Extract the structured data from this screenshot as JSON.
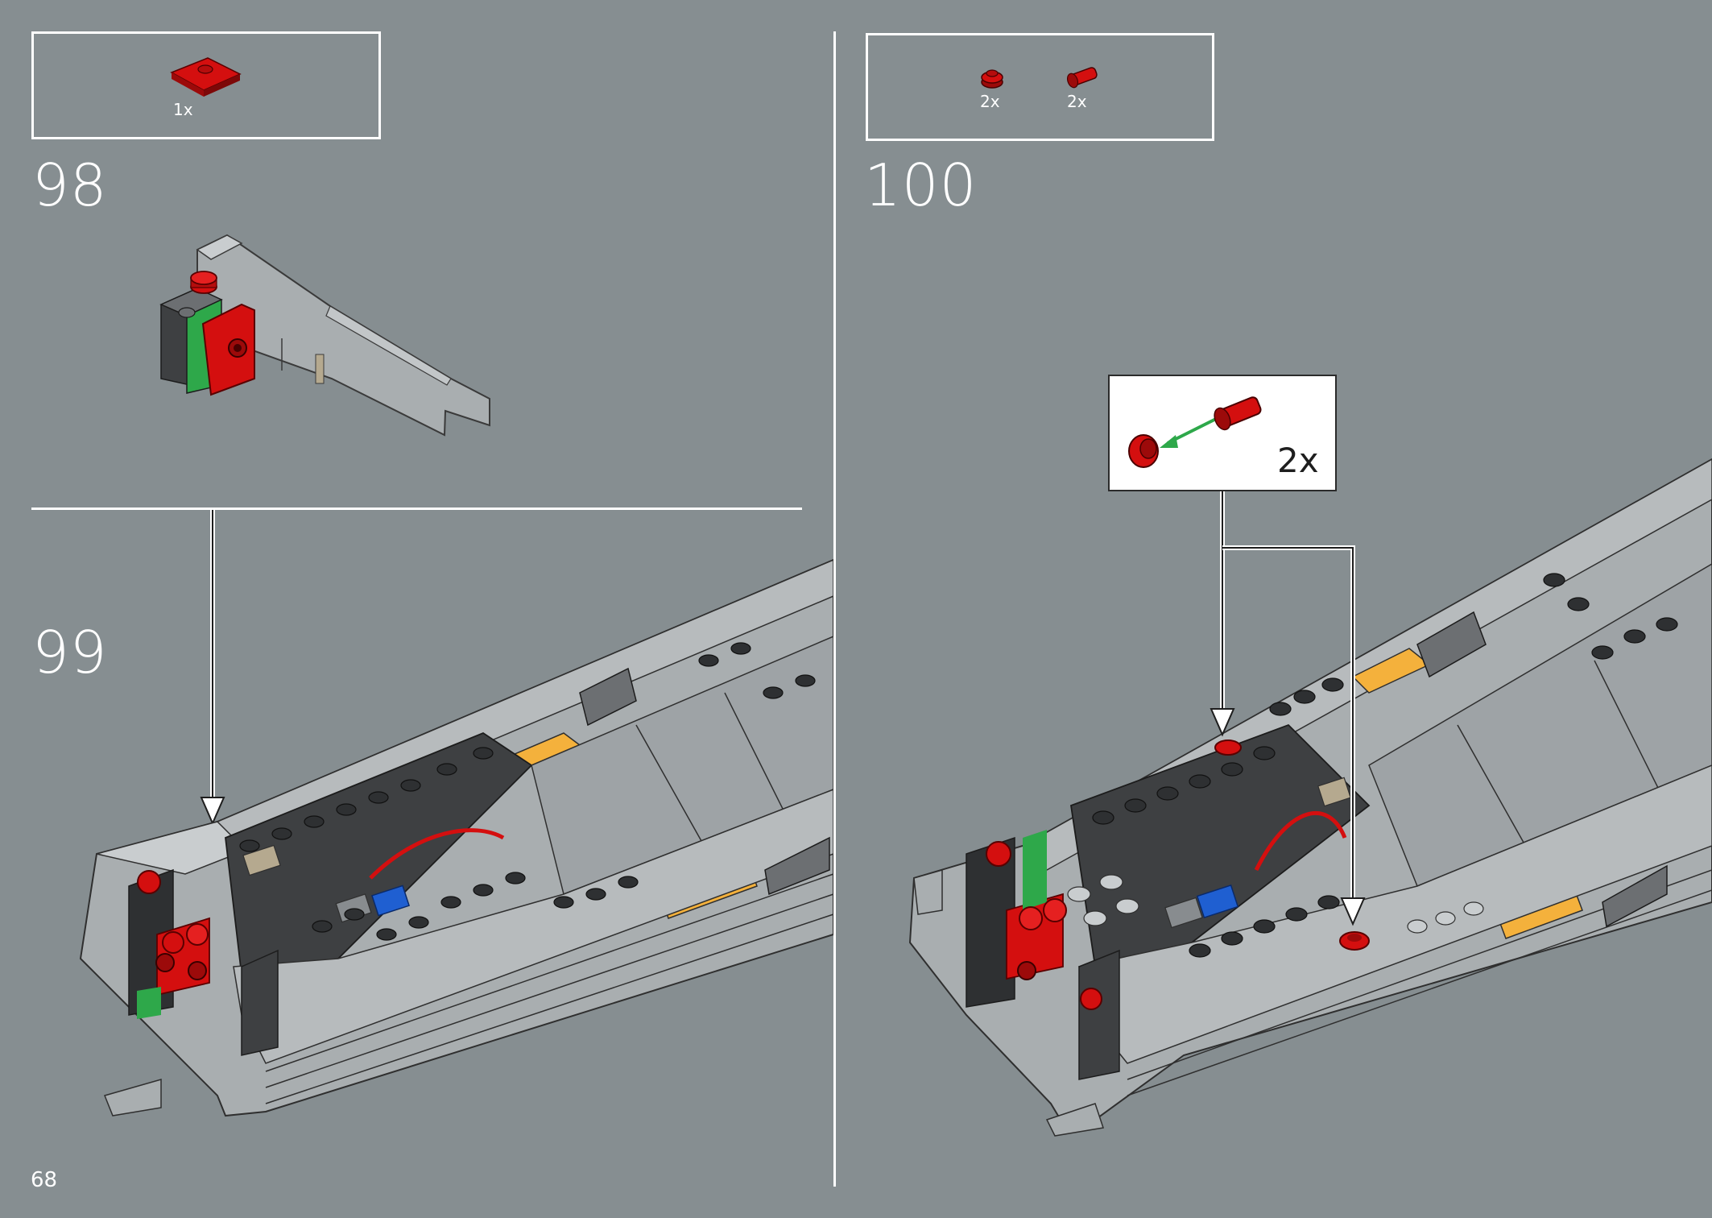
{
  "page": {
    "number": "68"
  },
  "steps": [
    {
      "number": "98",
      "parts": [
        {
          "name": "red-plate-2x2-jumper",
          "qty": "1x"
        }
      ]
    },
    {
      "number": "99"
    },
    {
      "number": "100",
      "parts": [
        {
          "name": "red-round-plate",
          "qty": "2x"
        },
        {
          "name": "red-pin-connector",
          "qty": "2x"
        }
      ],
      "callout": {
        "qty": "2x"
      }
    }
  ],
  "colors": {
    "background": "#868e91",
    "red": "#d40f0f",
    "light-gray": "#a9aeb0",
    "dark-gray": "#3e4042",
    "yellow": "#f4b13c",
    "green": "#2ea84a",
    "blue": "#1f5fd1",
    "tan": "#b5a98f"
  }
}
